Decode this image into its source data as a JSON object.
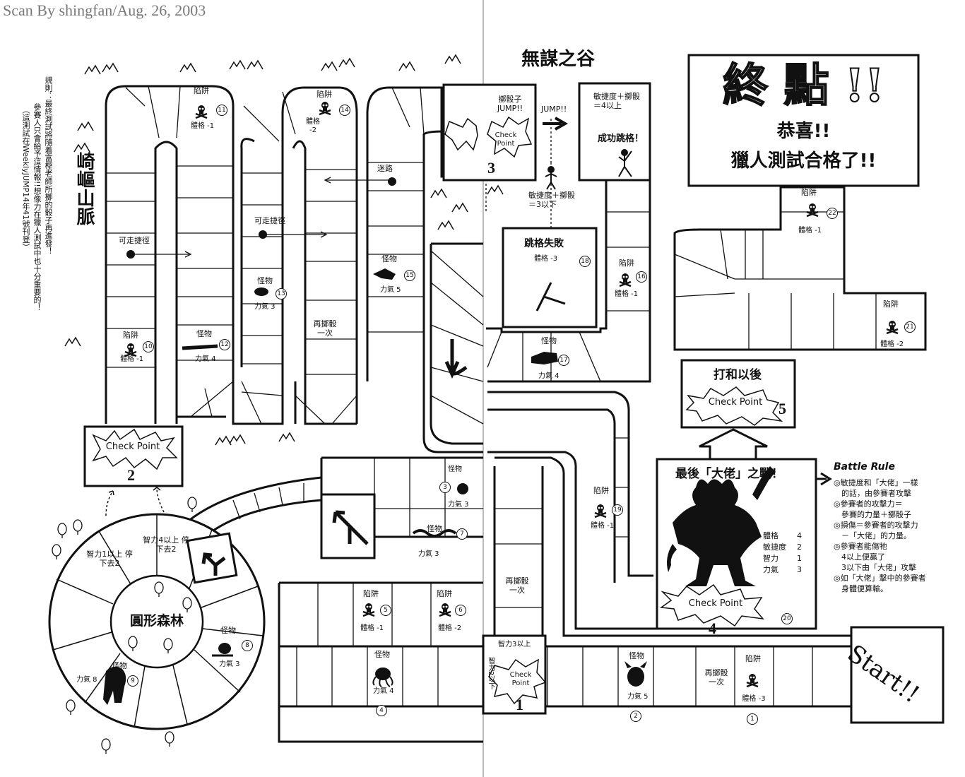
{
  "header": {
    "scan_credit": "Scan By shingfan/Aug. 26, 2003"
  },
  "areas": {
    "mountains": "崎嶇山脈",
    "valley": "無謀之谷",
    "forest": "圓形森林"
  },
  "rules": {
    "lines": [
      "規則：最終測試將隨着富樫老師所擲的骰子再進發！",
      "參賽人只會給予這情報!!想像力在獵人測試中也十分重要的！",
      "（這測試在WeeklyJUMP14年41號刊登）"
    ]
  },
  "finish": {
    "title": "終 點 !!",
    "line1": "恭喜!!",
    "line2": "獵人測試合格了!!"
  },
  "start": {
    "label": "Start!!"
  },
  "checkpoints": [
    {
      "label": "Check Point",
      "number": "1"
    },
    {
      "label": "Check Point",
      "number": "2"
    },
    {
      "label": "Check Point",
      "number": "3"
    },
    {
      "label": "Check Point",
      "number": "4"
    },
    {
      "label": "Check Point",
      "number": "5"
    }
  ],
  "squares": {
    "s1": {
      "title": "陷阱",
      "effect": "體格 -3",
      "num": "1"
    },
    "s2": {
      "title": "怪物",
      "effect": "力氣 5",
      "num": "2"
    },
    "s3": {
      "title": "怪物",
      "effect": "力氣 3",
      "num": "3"
    },
    "s4": {
      "title": "怪物",
      "effect": "力氣 4",
      "num": "4"
    },
    "s5": {
      "title": "陷阱",
      "effect": "體格 -1",
      "num": "5"
    },
    "s6": {
      "title": "陷阱",
      "effect": "體格 -2",
      "num": "6"
    },
    "s7": {
      "title": "怪物",
      "effect": "力氣 3",
      "num": "7"
    },
    "s8": {
      "title": "怪物",
      "effect": "力氣 3",
      "num": "8"
    },
    "s9": {
      "title": "怪物",
      "effect": "力氣 8",
      "num": "9"
    },
    "s10": {
      "title": "陷阱",
      "effect": "體格 -1",
      "num": "10"
    },
    "s11": {
      "title": "陷阱",
      "effect": "體格 -1",
      "num": "11"
    },
    "s12": {
      "title": "怪物",
      "effect": "力氣 4",
      "num": "12"
    },
    "s13": {
      "title": "怪物",
      "effect": "力氣 3",
      "num": "13"
    },
    "s14": {
      "title": "陷阱",
      "effect": "體格 -2",
      "num": "14"
    },
    "s15": {
      "title": "怪物",
      "effect": "力氣 5",
      "num": "15"
    },
    "s16": {
      "title": "陷阱",
      "effect": "體格 -1",
      "num": "16"
    },
    "s17": {
      "title": "怪物",
      "effect": "力氣 4",
      "num": "17"
    },
    "s18": {
      "title": "跳格失敗",
      "effect": "體格 -3",
      "num": "18"
    },
    "s19": {
      "title": "陷阱",
      "effect": "體格 -1",
      "num": "19"
    },
    "s20": {
      "title": "最後「大佬」之戰！",
      "num": "20"
    },
    "s21": {
      "title": "陷阱",
      "effect": "體格 -2",
      "num": "21"
    },
    "s22": {
      "title": "陷阱",
      "effect": "體格 -1",
      "num": "22"
    }
  },
  "specials": {
    "reroll": "再擲骰一次",
    "shortcut": "可走捷徑",
    "lost": "迷路",
    "jump_roll": "擲骰子 JUMP!!",
    "jump": "JUMP!!",
    "agility_high": "敏捷度＋擲骰 ＝4以上",
    "success_jump": "成功跳格！",
    "agility_low": "敏捷度＋擲骰 ＝3以下",
    "int3_up": "智力3以上",
    "int2_down": "智力2以下",
    "int1_stop": "智力1以上 停下去2",
    "int4_stop": "智力4以上 停下去2",
    "after_tie": "打和以後"
  },
  "boss": {
    "stats": [
      {
        "name": "體格",
        "value": "4"
      },
      {
        "name": "敏捷度",
        "value": "2"
      },
      {
        "name": "智力",
        "value": "1"
      },
      {
        "name": "力氣",
        "value": "3"
      }
    ]
  },
  "battle_rule": {
    "title": "Battle Rule",
    "items": [
      "◎敏捷度和「大佬」一樣",
      "　的話，由參賽者攻擊",
      "◎參賽者的攻擊力＝",
      "　參賽的力量＋擲骰子",
      "◎損傷＝參賽者的攻擊力",
      "　－「大佬」的力量。",
      "◎參賽者能傷牠",
      "　4以上便贏了",
      "　3以下由「大佬」攻擊",
      "◎如「大佬」擊中的參賽者",
      "　身體便算輸。"
    ]
  }
}
